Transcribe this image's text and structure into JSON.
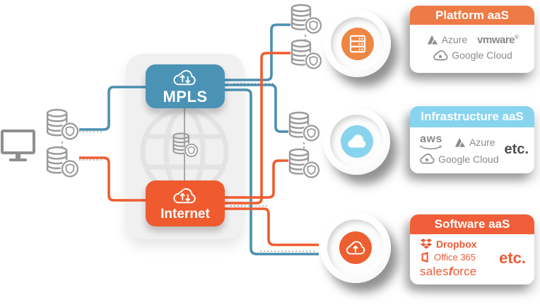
{
  "hub": {
    "mpls_label": "MPLS",
    "internet_label": "Internet"
  },
  "cards": {
    "platform": {
      "title": "Platform aaS"
    },
    "infrastructure": {
      "title": "Infrastructure aaS",
      "etc_label": "etc."
    },
    "software": {
      "title": "Software aaS",
      "etc_label": "etc."
    }
  },
  "logos": {
    "azure": "Azure",
    "vmware": "vmware",
    "vmware_reg": "®",
    "google_cloud": "Google Cloud",
    "aws": "aws",
    "dropbox": "Dropbox",
    "office365": "Office 365",
    "salesforce": [
      "sales",
      "f",
      "orce"
    ]
  },
  "colors": {
    "mpls_blue": "#4b93b5",
    "line_blue": "#4a8fb0",
    "internet_orange": "#ef5b2e",
    "platform_header_orange": "#ee7a45",
    "software_header_orange": "#f05f3a",
    "infrastructure_light_blue": "#88d4ee",
    "disc_orange_platform": "#ee8742",
    "disc_blue_infrastructure": "#88d4ee",
    "disc_orange_software": "#ee5f30",
    "icon_gray": "#9a9a9a",
    "panel_gray": "#f1f0f0",
    "logo_gray": "#8b8b8b",
    "etc_dark_gray": "#4e4e4e",
    "saas_logo_orange": "#ee5b35"
  }
}
